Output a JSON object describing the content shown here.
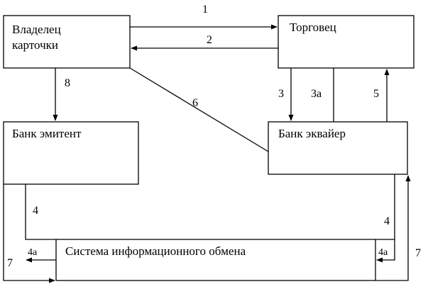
{
  "nodes": {
    "cardholder": {
      "line1": "Владелец",
      "line2": "карточки"
    },
    "merchant": {
      "label": "Торговец"
    },
    "issuer_bank": {
      "label": "Банк эмитент"
    },
    "acquirer_bank": {
      "label": "Банк эквайер"
    },
    "exchange_system": {
      "label": "Система информационного обмена"
    }
  },
  "flows": {
    "f1": "1",
    "f2": "2",
    "f3": "3",
    "f3a": "3а",
    "f4_left": "4",
    "f4_right": "4",
    "f4a_left": "4а",
    "f4a_right": "4а",
    "f5": "5",
    "f6": "6",
    "f7_left": "7",
    "f7_right": "7",
    "f8": "8"
  },
  "colors": {
    "stroke": "#000000",
    "background": "#ffffff"
  }
}
